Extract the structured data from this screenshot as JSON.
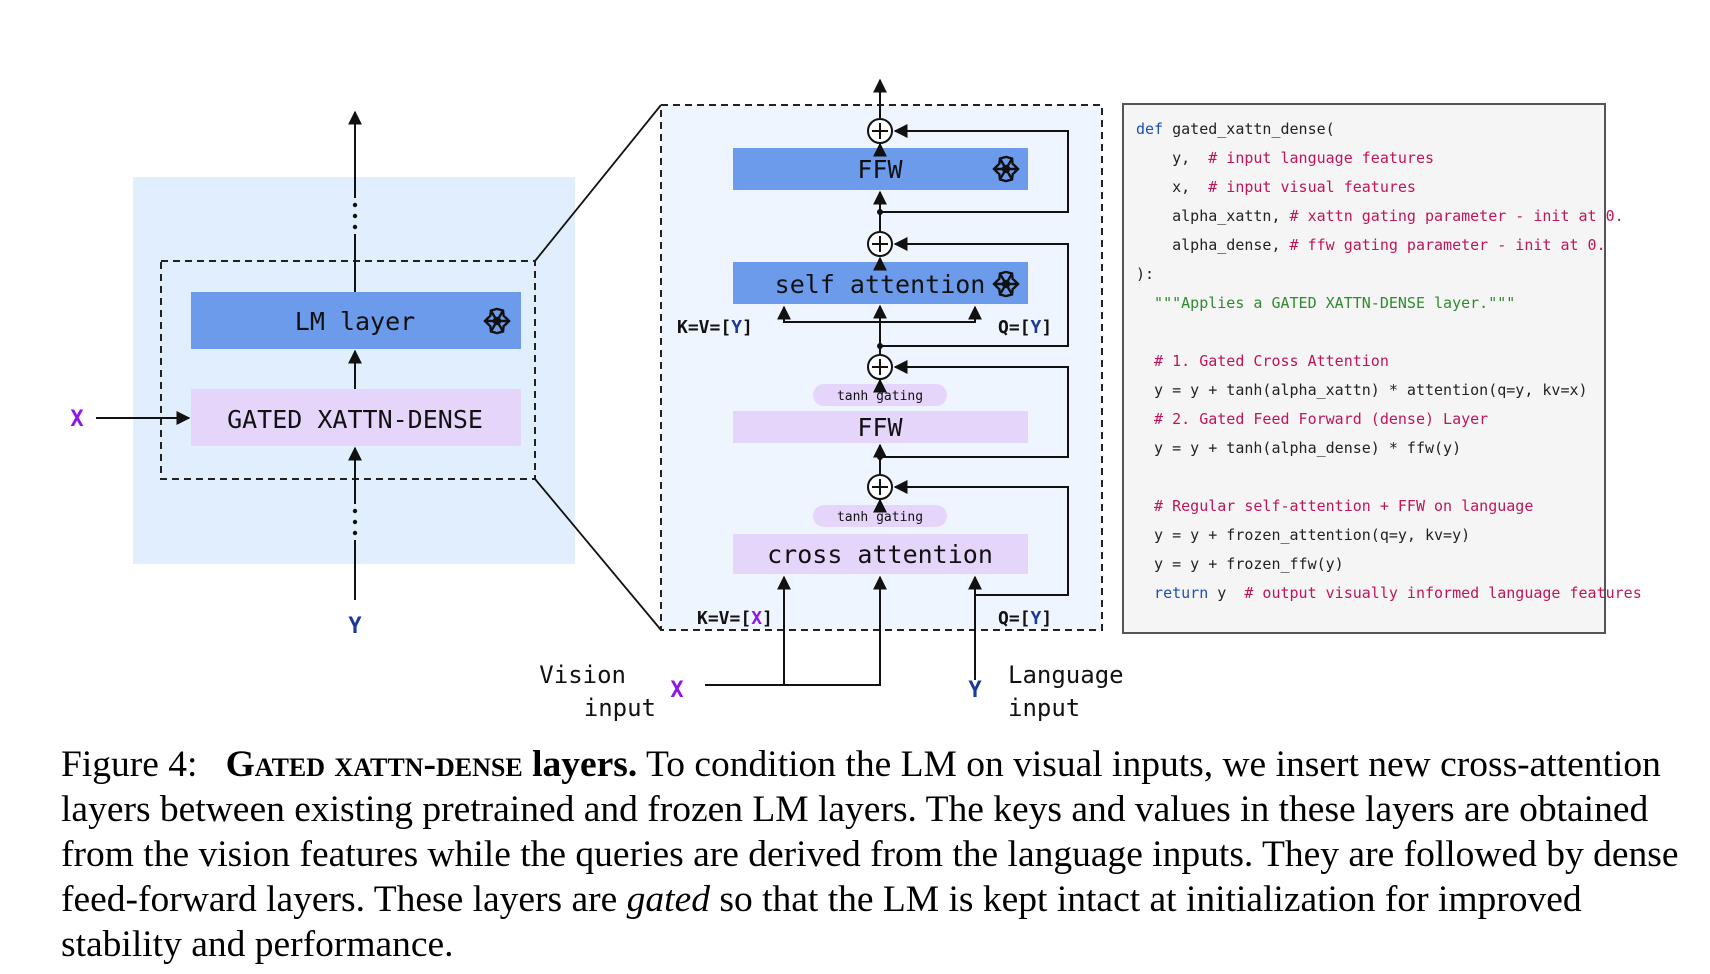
{
  "figure": {
    "left_block": {
      "lm_layer": "LM layer",
      "gated_xattn": "GATED XATTN-DENSE",
      "x_label": "X",
      "y_label": "Y"
    },
    "right_block": {
      "ffw_top": "FFW",
      "self_attention": "self attention",
      "ffw_gated": "FFW",
      "cross_attention": "cross attention",
      "tanh_gating": "tanh gating",
      "kv_self_prefix": "K=V=[",
      "kv_self_var": "Y",
      "q_self_prefix": "Q=[",
      "q_self_var": "Y",
      "kv_cross_prefix": "K=V=[",
      "kv_cross_var": "X",
      "q_cross_prefix": "Q=[",
      "q_cross_var": "Y",
      "bracket_close": "]"
    },
    "inputs": {
      "vision_line1": "Vision",
      "vision_line2": "input",
      "vision_var": "X",
      "language_line1": "Language",
      "language_line2": "input",
      "language_var": "Y"
    },
    "colors": {
      "frozen_block": "#6b9bea",
      "gated_block": "#e5d5fb",
      "panel_bg": "#e1eefd",
      "x_color": "#8f14e8",
      "y_color": "#1a3a9a"
    }
  },
  "code": {
    "l1_kw": "def",
    "l1_rest": " gated_xattn_dense(",
    "l2_code": "    y,  ",
    "l2_cm": "# input language features",
    "l3_code": "    x,  ",
    "l3_cm": "# input visual features",
    "l4_code": "    alpha_xattn, ",
    "l4_cm": "# xattn gating parameter - init at 0.",
    "l5_code": "    alpha_dense, ",
    "l5_cm": "# ffw gating parameter - init at 0.",
    "l6": "):",
    "l7_st": "  \"\"\"Applies a GATED XATTN-DENSE layer.\"\"\"",
    "l9_cm": "  # 1. Gated Cross Attention",
    "l10": "  y = y + tanh(alpha_xattn) * attention(q=y, kv=x)",
    "l11_cm": "  # 2. Gated Feed Forward (dense) Layer",
    "l12": "  y = y + tanh(alpha_dense) * ffw(y)",
    "l14_cm": "  # Regular self-attention + FFW on language",
    "l15": "  y = y + frozen_attention(q=y, kv=y)",
    "l16": "  y = y + frozen_ffw(y)",
    "l17_kw": "  return",
    "l17_code": " y  ",
    "l17_cm": "# output visually informed language features"
  },
  "caption": {
    "label": "Figure 4:",
    "title_sc": "Gated xattn-dense",
    "title_rest": " layers.",
    "body1": " To condition the LM on visual inputs, we insert new cross-attention layers between existing pretrained and frozen LM layers. The keys and values in these layers are obtained from the vision features while the queries are derived from the language inputs. They are followed by dense feed-forward layers. These layers are ",
    "body_em": "gated",
    "body2": " so that the LM is kept intact at initialization for improved stability and performance."
  }
}
